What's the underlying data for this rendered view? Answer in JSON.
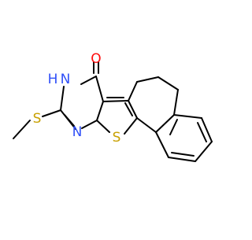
{
  "figure": {
    "type": "chemical-structure",
    "atoms": {
      "oxygen": "O",
      "nh_h": "H",
      "nh_n": "N",
      "ring_n": "N",
      "sulfur_thiophene": "S",
      "sulfur_methylthio": "S"
    },
    "colors": {
      "bond": "#000000",
      "oxygen": "#ff0d0d",
      "nitrogen": "#3050f8",
      "sulfur": "#c8a000",
      "background": "#ffffff"
    }
  }
}
